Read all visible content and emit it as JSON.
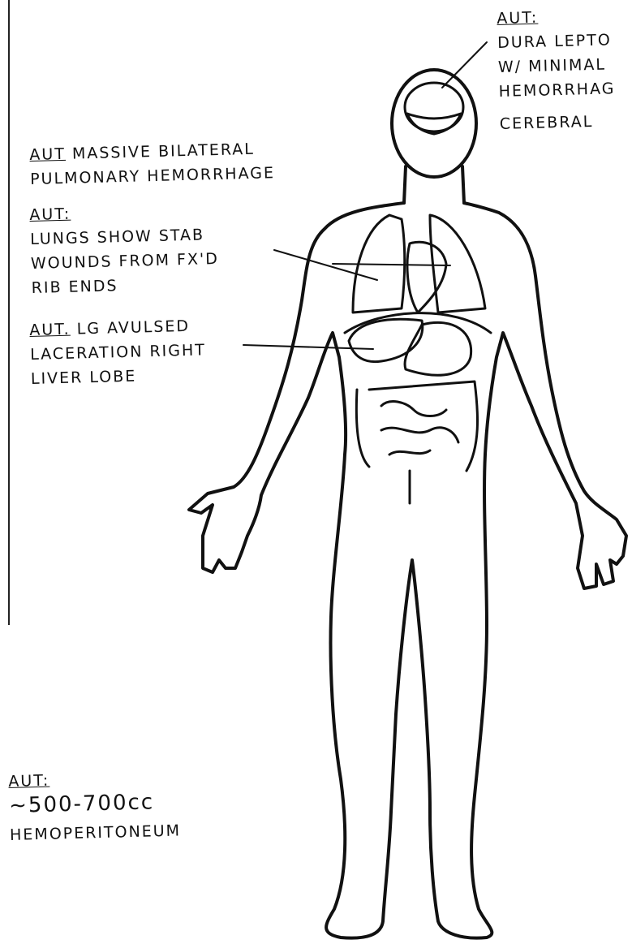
{
  "annotations": {
    "head": {
      "header": "AUT:",
      "lines": [
        "DURA LEPTO",
        "W/ MINIMAL",
        "HEMORRHAG",
        "CEREBRAL"
      ]
    },
    "pulmonary": {
      "header": "AUT",
      "text": "MASSIVE BILATERAL",
      "line2": "PULMONARY HEMORRHAGE"
    },
    "lungs": {
      "header": "AUT:",
      "lines": [
        "LUNGS SHOW STAB",
        "WOUNDS FROM FX'D",
        "RIB ENDS"
      ]
    },
    "liver": {
      "header": "AUT.",
      "text": "LG AVULSED",
      "line2": "LACERATION RIGHT",
      "line3": "LIVER LOBE"
    },
    "hemoperitoneum": {
      "header": "AUT:",
      "lines": [
        "~500-700cc",
        "HEMOPERITONEUM"
      ]
    }
  },
  "colors": {
    "ink": "#111111",
    "paper": "#ffffff"
  }
}
